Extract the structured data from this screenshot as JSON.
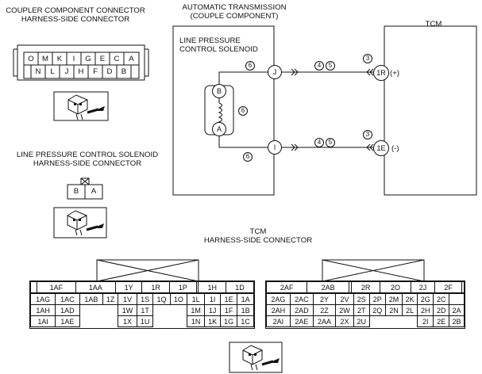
{
  "coupler": {
    "title_line1": "COUPLER COMPONENT CONNECTOR",
    "title_line2": "HARNESS-SIDE CONNECTOR",
    "row1": [
      "O",
      "M",
      "K",
      "I",
      "G",
      "E",
      "C",
      "A"
    ],
    "row2": [
      "N",
      "L",
      "J",
      "H",
      "F",
      "D",
      "B"
    ]
  },
  "lpcs_connector": {
    "title_line1": "LINE PRESSURE CONTROL SOLENOID",
    "title_line2": "HARNESS-SIDE CONNECTOR",
    "pins": [
      "B",
      "A"
    ]
  },
  "at": {
    "title_line1": "AUTOMATIC TRANSMISSION",
    "title_line2": "(COUPLE COMPONENT)",
    "solenoid_line1": "LINE PRESSURE",
    "solenoid_line2": "CONTROL SOLENOID",
    "terminal_J": "J",
    "terminal_I": "I",
    "coil_B": "B",
    "coil_A": "A"
  },
  "tcm": {
    "label": "TCM",
    "terminal_1R": "1R",
    "terminal_1E": "1E",
    "polarity_plus": "(+)",
    "polarity_minus": "(-)"
  },
  "wire_numbers": {
    "j_left": "6",
    "coil": "6",
    "i_left": "6",
    "j_mid_a": "4",
    "j_mid_b": "5",
    "i_mid_a": "4",
    "i_mid_b": "5",
    "tcm_top": "3",
    "tcm_bottom": "3"
  },
  "tcm_connector": {
    "title_line1": "TCM",
    "title_line2": "HARNESS-SIDE CONNECTOR",
    "left_rows": [
      [
        "",
        "1AF",
        "",
        "1AA",
        "",
        "1Y",
        "",
        "1R",
        "",
        "1P",
        "",
        "",
        "1H",
        "",
        "1D",
        ""
      ],
      [
        "1AG",
        "1AC",
        "1AB",
        "1Z",
        "1V",
        "1S",
        "1Q",
        "1O",
        "1L",
        "1I",
        "1E",
        "1A"
      ],
      [
        "1AH",
        "1AD",
        "",
        "",
        "1W",
        "1T",
        "",
        "",
        "1M",
        "1J",
        "1F",
        "1B"
      ],
      [
        "1AI",
        "1AE",
        "",
        "",
        "1X",
        "1U",
        "",
        "",
        "1N",
        "1K",
        "1G",
        "1C"
      ]
    ],
    "right_rows": [
      [
        "",
        "2AF",
        "",
        "2AB",
        "",
        "",
        "2R",
        "",
        "2O",
        "",
        "2J",
        "",
        "2F",
        "",
        ""
      ],
      [
        "2AG",
        "2AC",
        "2Y",
        "2V",
        "2S",
        "2P",
        "2M",
        "2K",
        "2G",
        "2C",
        ""
      ],
      [
        "2AH",
        "2AD",
        "2Z",
        "2W",
        "2T",
        "2Q",
        "2N",
        "2L",
        "2H",
        "2D",
        "2A"
      ],
      [
        "2AI",
        "2AE",
        "2AA",
        "2X",
        "2U",
        "",
        "",
        "",
        "2I",
        "2E",
        "2B"
      ]
    ]
  }
}
